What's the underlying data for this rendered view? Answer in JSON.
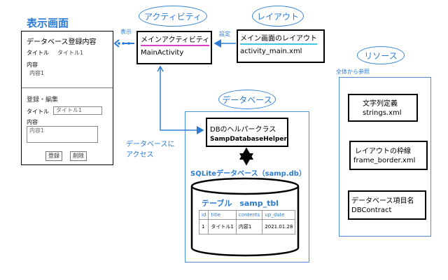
{
  "screen": {
    "heading": "表示画面",
    "title": "データベース登録内容",
    "title_label": "タイトル",
    "title_value": "タイトル1",
    "content_label": "内容",
    "content_value": "内容1",
    "edit_heading": "登録・編集",
    "edit_title_label": "タイトル",
    "edit_title_value": "タイトル1",
    "edit_content_label": "内容",
    "edit_content_value": "内容1",
    "register_button": "登録",
    "delete_button": "削除"
  },
  "activity": {
    "oval_label": "アクティビティ",
    "name_jp": "メインアクティビティ",
    "name_en": "MainActivity"
  },
  "layout": {
    "oval_label": "レイアウト",
    "name_jp": "メイン画面のレイアウト",
    "name_en": "activity_main.xml"
  },
  "arrows": {
    "display_label": "表示",
    "setting_label": "設定",
    "access_label_1": "データベースに",
    "access_label_2": "アクセス"
  },
  "database": {
    "oval_label": "データベース",
    "helper_jp": "DBのヘルパークラス",
    "helper_en": "SampDatabaseHelper",
    "sqlite_label": "SQLiteデータベース（samp.db）",
    "table_label": "テーブル　samp_tbl",
    "columns": [
      "id",
      "title",
      "contents",
      "up_date"
    ],
    "rows": [
      [
        "1",
        "タイトル1",
        "内容1",
        "2021.01.28"
      ]
    ]
  },
  "resources": {
    "oval_label": "リソース",
    "note": "全体から参照",
    "items": [
      {
        "jp": "文字列定義",
        "en": "strings.xml"
      },
      {
        "jp": "レイアウトの枠線",
        "en": "frame_border.xml"
      },
      {
        "jp": "データベース項目名",
        "en": "DBContract"
      }
    ]
  },
  "colors": {
    "accent_blue": "#2b7bd3",
    "underline_magenta": "#e040c8",
    "underline_cyan": "#40c8e0"
  }
}
